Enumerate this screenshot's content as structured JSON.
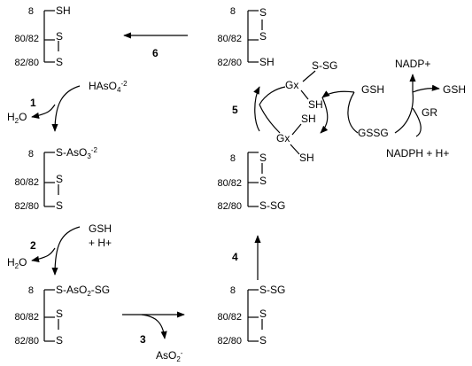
{
  "residues": {
    "top": "8",
    "mid": "80/82",
    "bot": "82/80"
  },
  "states": {
    "s1": {
      "top": "SH",
      "mid": "S",
      "bot": "S"
    },
    "s2": {
      "top_main": "S-AsO",
      "top_sub1": "3",
      "top_sup": "-2",
      "mid": "S",
      "bot": "S"
    },
    "s3": {
      "top_main": "S-AsO",
      "top_sub1": "2",
      "top_tail": "-SG",
      "mid": "S",
      "bot": "S"
    },
    "s4": {
      "top": "S-SG",
      "mid": "S",
      "bot": "S"
    },
    "s5": {
      "top": "S",
      "mid": "S",
      "bot": "S-SG"
    },
    "s6": {
      "top": "S",
      "mid": "S",
      "bot": "SH"
    }
  },
  "steps": [
    "1",
    "2",
    "3",
    "4",
    "5",
    "6"
  ],
  "reagents": {
    "arsenate_main": "HAsO",
    "arsenate_sub": "4",
    "arsenate_sup": "-2",
    "water1_main": "H",
    "water1_sub": "2",
    "water1_tail": "O",
    "gsh_line1": "GSH",
    "gsh_line2": "+ H+",
    "water2_main": "H",
    "water2_sub": "2",
    "water2_tail": "O",
    "arsenite_main": "AsO",
    "arsenite_sub": "2",
    "arsenite_sup": "-"
  },
  "glutaredoxin": {
    "gx": "Gx",
    "s_sg": "S-SG",
    "sh": "SH",
    "gsh": "GSH",
    "gssg": "GSSG",
    "gr": "GR",
    "nadp_plus": "NADP+",
    "nadph": "NADPH + H+"
  }
}
